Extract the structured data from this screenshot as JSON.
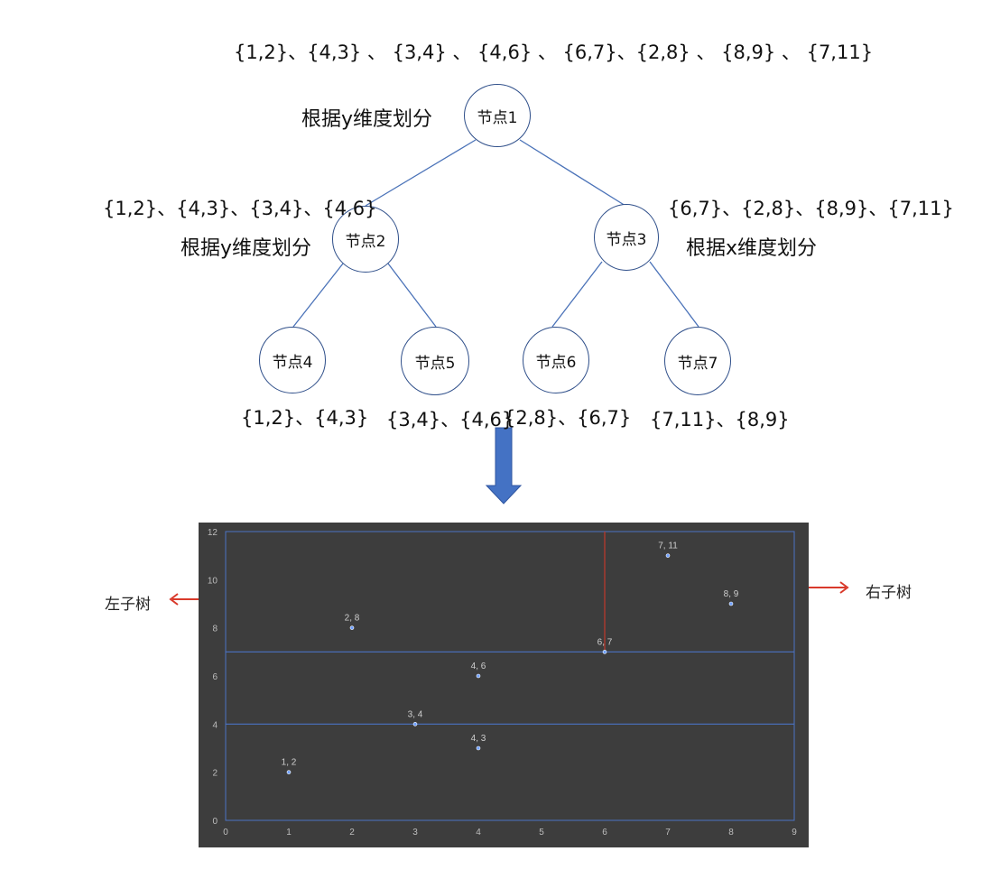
{
  "top_set": "{1,2}、{4,3} 、 {3,4} 、 {4,6} 、 {6,7}、{2,8} 、 {8,9} 、 {7,11}",
  "root_rule": "根据y维度划分",
  "nodes": {
    "n1": "节点1",
    "n2": "节点2",
    "n3": "节点3",
    "n4": "节点4",
    "n5": "节点5",
    "n6": "节点6",
    "n7": "节点7"
  },
  "node2_set": "{1,2}、{4,3}、{3,4}、{4,6}",
  "node2_rule": "根据y维度划分",
  "node3_set": "{6,7}、{2,8}、{8,9}、{7,11}",
  "node3_rule": "根据x维度划分",
  "leaf_sets": {
    "n4": "{1,2}、{4,3}",
    "n5": "{3,4}、{4,6}",
    "n6": "{2,8}、{6,7}",
    "n7": "{7,11}、{8,9}"
  },
  "left_subtree": "左子树",
  "right_subtree": "右子树",
  "colors": {
    "tree_line": "#4a72b8",
    "node_border": "#2f4f8a",
    "down_arrow": "#4472c4",
    "side_arrow": "#d93a2b",
    "chart_bg": "#3d3d3d",
    "split_line": "#4a72c4",
    "vertical_split": "#c0392b"
  },
  "chart_data": {
    "type": "scatter",
    "xlim": [
      0,
      9
    ],
    "ylim": [
      0,
      12
    ],
    "xticks": [
      "0",
      "1",
      "2",
      "3",
      "4",
      "5",
      "6",
      "7",
      "8",
      "9"
    ],
    "yticks": [
      "0",
      "2",
      "4",
      "6",
      "8",
      "10",
      "12"
    ],
    "points": [
      {
        "x": 1,
        "y": 2,
        "label": "1, 2"
      },
      {
        "x": 4,
        "y": 3,
        "label": "4, 3"
      },
      {
        "x": 3,
        "y": 4,
        "label": "3, 4"
      },
      {
        "x": 4,
        "y": 6,
        "label": "4, 6"
      },
      {
        "x": 6,
        "y": 7,
        "label": "6, 7"
      },
      {
        "x": 2,
        "y": 8,
        "label": "2, 8"
      },
      {
        "x": 8,
        "y": 9,
        "label": "8, 9"
      },
      {
        "x": 7,
        "y": 11,
        "label": "7, 11"
      }
    ],
    "horizontal_splits": [
      7,
      4
    ],
    "vertical_split": {
      "x": 6,
      "y_from": 7,
      "y_to": 12
    }
  }
}
